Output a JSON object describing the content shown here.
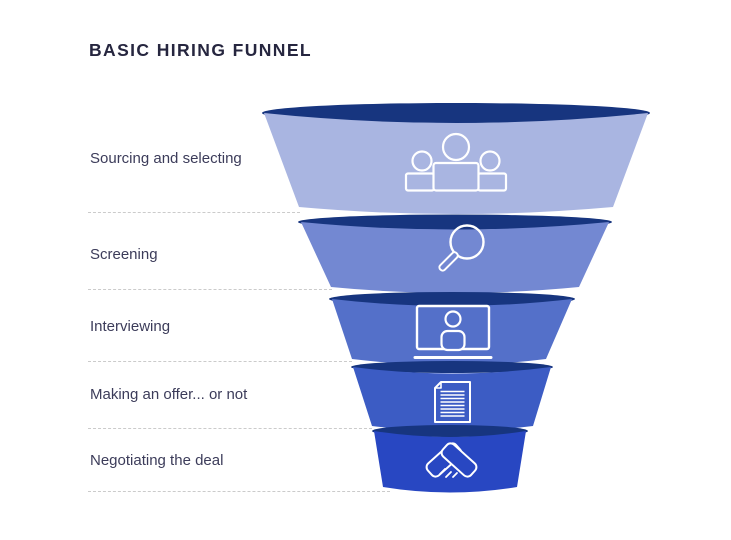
{
  "title": "BASIC HIRING FUNNEL",
  "funnel": {
    "rim_color": "#17357f",
    "dotted_line_color": "#cbcbcb",
    "title_color": "#26263f",
    "label_color": "#3c3c5a",
    "stages": [
      {
        "label": "Sourcing and selecting",
        "icon": "team-icon",
        "color": "#a9b5e1"
      },
      {
        "label": "Screening",
        "icon": "magnifier-icon",
        "color": "#7388d2"
      },
      {
        "label": "Interviewing",
        "icon": "video-interview-icon",
        "color": "#5470c9"
      },
      {
        "label": "Making an offer... or not",
        "icon": "document-icon",
        "color": "#3c5cc4"
      },
      {
        "label": "Negotiating the deal",
        "icon": "handshake-icon",
        "color": "#2847c2"
      }
    ]
  }
}
